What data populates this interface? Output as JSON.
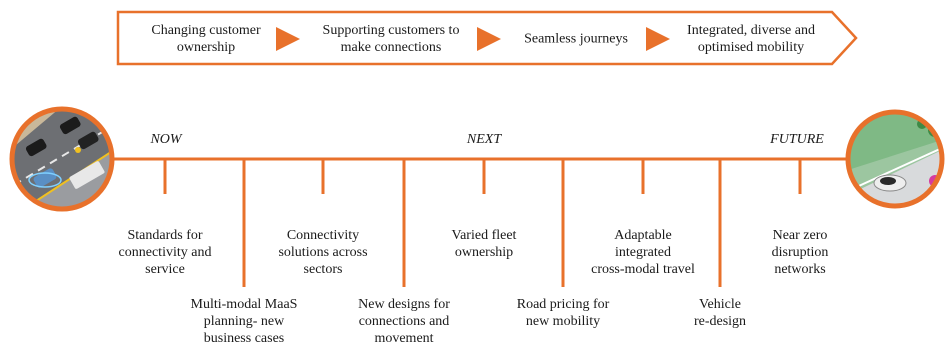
{
  "colors": {
    "accent": "#e8712b",
    "text": "#1a1a1a"
  },
  "banner": {
    "stages": [
      {
        "line1": "Changing customer",
        "line2": "ownership"
      },
      {
        "line1": "Supporting customers to",
        "line2": "make connections"
      },
      {
        "line1": "Seamless journeys",
        "line2": ""
      },
      {
        "line1": "Integrated, diverse and",
        "line2": "optimised mobility"
      }
    ]
  },
  "timeline": {
    "phases": {
      "now": "NOW",
      "next": "NEXT",
      "future": "FUTURE"
    },
    "upper": [
      {
        "line1": "Standards for",
        "line2": "connectivity and",
        "line3": "service"
      },
      {
        "line1": "Connectivity",
        "line2": "solutions across",
        "line3": "sectors"
      },
      {
        "line1": "Varied fleet",
        "line2": "ownership",
        "line3": ""
      },
      {
        "line1": "Adaptable",
        "line2": "integrated",
        "line3": "cross-modal travel"
      },
      {
        "line1": "Near zero",
        "line2": "disruption",
        "line3": "networks"
      }
    ],
    "lower": [
      {
        "line1": "Multi-modal MaaS",
        "line2": "planning- new",
        "line3": "business cases"
      },
      {
        "line1": "New designs for",
        "line2": "connections and",
        "line3": "movement"
      },
      {
        "line1": "Road pricing for",
        "line2": "new mobility",
        "line3": ""
      },
      {
        "line1": "Vehicle",
        "line2": "re-design",
        "line3": ""
      }
    ]
  },
  "images": {
    "left": "road-traffic-illustration",
    "right": "future-city-illustration"
  }
}
